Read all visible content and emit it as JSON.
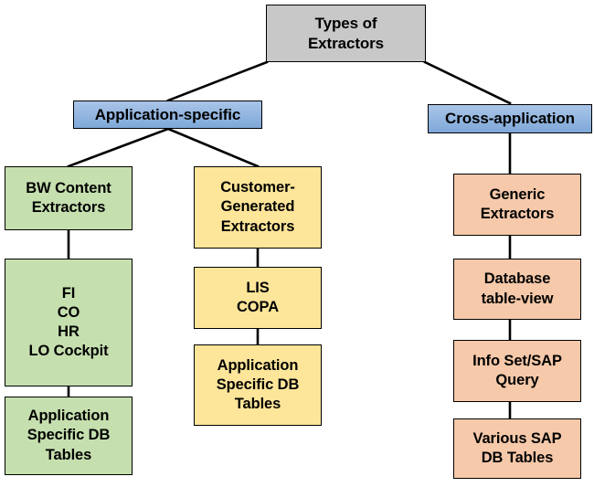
{
  "diagram": {
    "title": "Types of Extractors",
    "type": "hierarchy-tree",
    "background_color": "#ffffff",
    "edge_color": "#000000"
  },
  "colors": {
    "root_fill": "#c8c8c8",
    "level2_fill": "#8db3e2",
    "application_specific_fill": "#c5dfae",
    "customer_generated_fill": "#fde599",
    "cross_application_fill": "#f6c9aa",
    "border": "#000000"
  },
  "nodes": {
    "root": {
      "id": "types-of-extractors",
      "lines": [
        "Types of",
        "Extractors"
      ],
      "fill": "#c8c8c8"
    },
    "level2": [
      {
        "id": "application-specific",
        "lines": [
          "Application-specific"
        ],
        "fill": "#8db3e2"
      },
      {
        "id": "cross-application",
        "lines": [
          "Cross-application"
        ],
        "fill": "#8db3e2"
      }
    ],
    "branch_bw_content": [
      {
        "id": "bw-content-extractors",
        "lines": [
          "BW Content",
          "Extractors"
        ],
        "fill": "#c5dfae"
      },
      {
        "id": "bw-content-modules",
        "lines": [
          "FI",
          "CO",
          "HR",
          "LO Cockpit"
        ],
        "fill": "#c5dfae"
      },
      {
        "id": "bw-application-specific-db-tables",
        "lines": [
          "Application",
          "Specific DB",
          "Tables"
        ],
        "fill": "#c5dfae"
      }
    ],
    "branch_customer_generated": [
      {
        "id": "customer-generated-extractors",
        "lines": [
          "Customer-",
          "Generated",
          "Extractors"
        ],
        "fill": "#fde599"
      },
      {
        "id": "lis-copa",
        "lines": [
          "LIS",
          "COPA"
        ],
        "fill": "#fde599"
      },
      {
        "id": "customer-application-specific-db-tables",
        "lines": [
          "Application",
          "Specific DB",
          "Tables"
        ],
        "fill": "#fde599"
      }
    ],
    "branch_cross_application": [
      {
        "id": "generic-extractors",
        "lines": [
          "Generic",
          "Extractors"
        ],
        "fill": "#f6c9aa"
      },
      {
        "id": "database-table-view",
        "lines": [
          "Database",
          "table-view"
        ],
        "fill": "#f6c9aa"
      },
      {
        "id": "info-set-sap-query",
        "lines": [
          "Info Set/SAP",
          "Query"
        ],
        "fill": "#f6c9aa"
      },
      {
        "id": "various-sap-db-tables",
        "lines": [
          "Various SAP",
          "DB Tables"
        ],
        "fill": "#f6c9aa"
      }
    ]
  }
}
